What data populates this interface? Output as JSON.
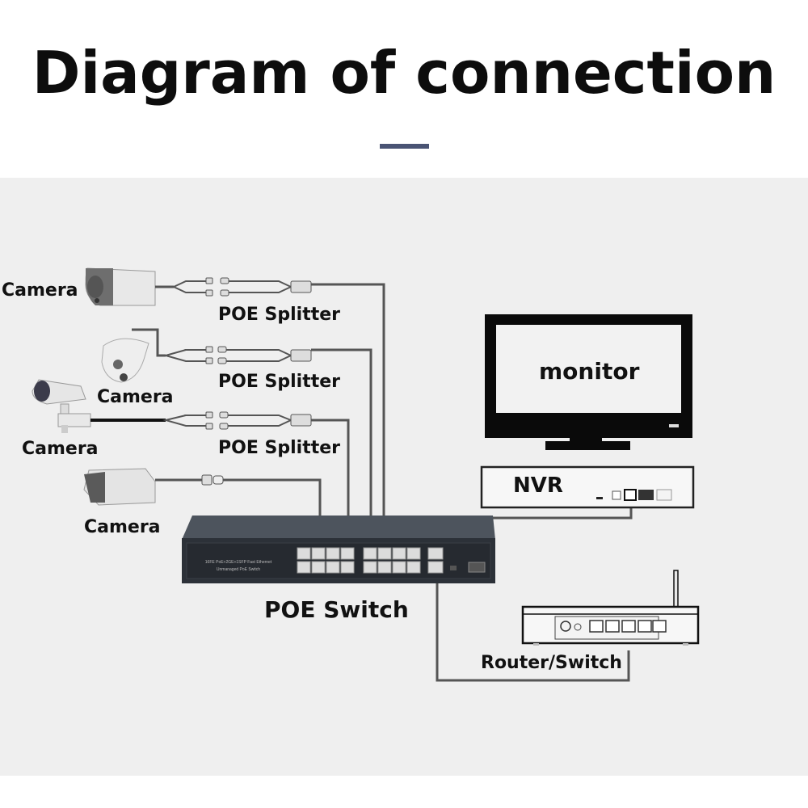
{
  "header": {
    "title": "Diagram of connection",
    "accent_color": "#4a5474"
  },
  "diagram": {
    "cameras": [
      {
        "label": "Camera",
        "type": "bullet-camera"
      },
      {
        "label": "Camera",
        "type": "dome-camera"
      },
      {
        "label": "Camera",
        "type": "box-camera-on-mount"
      },
      {
        "label": "Camera",
        "type": "bullet-camera-housing"
      }
    ],
    "splitters": [
      {
        "label": "POE Splitter"
      },
      {
        "label": "POE Splitter"
      },
      {
        "label": "POE Splitter"
      }
    ],
    "switch": {
      "label": "POE Switch",
      "panel_text_line1": "16FE PoE+2GE+1SFP Fast Ethernet",
      "panel_text_line2": "Unmanaged PoE Switch",
      "poe_ports": 16,
      "uplink_ports": 2,
      "sfp_ports": 1
    },
    "monitor": {
      "label": "monitor"
    },
    "nvr": {
      "label": "NVR"
    },
    "router": {
      "label": "Router/Switch",
      "ports": 5
    },
    "colors": {
      "panel_bg": "#efefef",
      "cable": "#555555",
      "switch_body": "#2c3138",
      "monitor_frame": "#0a0a0a"
    }
  }
}
